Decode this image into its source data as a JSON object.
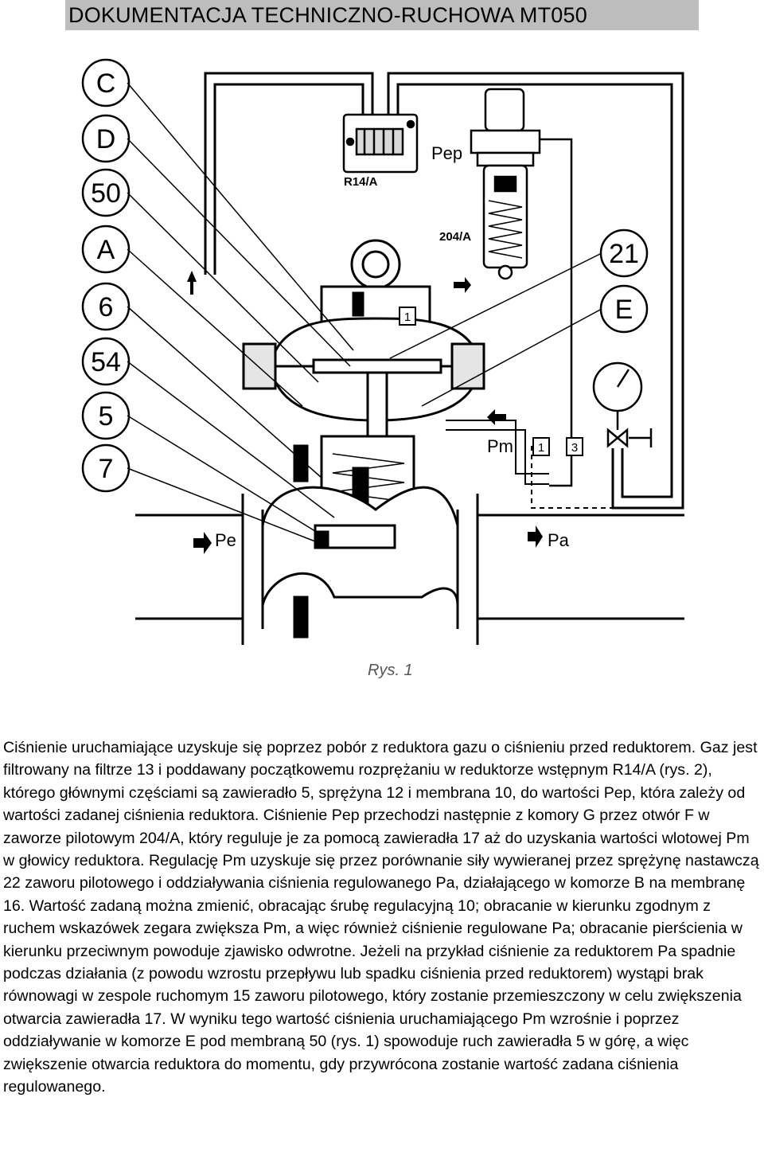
{
  "document": {
    "title": "DOKUMENTACJA TECHNICZNO-RUCHOWA MT050"
  },
  "figure": {
    "callouts_left": [
      "C",
      "D",
      "50",
      "A",
      "6",
      "54",
      "5",
      "7"
    ],
    "callouts_right": [
      "21",
      "E"
    ],
    "labels": {
      "pilot_r14": "R14/A",
      "pep": "Pep",
      "pilot_204": "204/A",
      "pm": "Pm",
      "pe": "Pe",
      "pa": "Pa",
      "box_1_top": "1",
      "box_1_pm": "1",
      "box_3_pm": "3"
    },
    "caption": "Rys. 1"
  },
  "text": {
    "paragraph": "Ciśnienie uruchamiające uzyskuje się poprzez pobór z reduktora gazu o ciśnieniu przed reduktorem. Gaz jest filtrowany na filtrze 13 i poddawany początkowemu rozprężaniu w reduktorze wstępnym R14/A (rys. 2), którego głównymi częściami są zawieradło 5, sprężyna 12 i membrana 10, do wartości Pep, która zależy od wartości zadanej ciśnienia reduktora. Ciśnienie Pep przechodzi następnie z komory G przez otwór F w zaworze pilotowym 204/A, który reguluje je za pomocą zawieradła 17 aż do uzyskania wartości wlotowej Pm w głowicy reduktora. Regulację Pm uzyskuje się przez porównanie siły wywieranej przez sprężynę nastawczą 22 zaworu pilotowego i oddziaływania ciśnienia regulowanego Pa, działającego w komorze B na membranę 16. Wartość zadaną można zmienić, obracając śrubę regulacyjną 10; obracanie w kierunku zgodnym z ruchem wskazówek zegara zwiększa Pm, a więc również ciśnienie regulowane Pa; obracanie pierścienia w kierunku przeciwnym powoduje zjawisko odwrotne. Jeżeli na przykład ciśnienie za reduktorem Pa spadnie podczas działania (z powodu wzrostu przepływu lub spadku ciśnienia przed reduktorem) wystąpi brak równowagi w zespole ruchomym 15 zaworu pilotowego, który zostanie przemieszczony w celu zwiększenia otwarcia zawieradła 17. W wyniku tego wartość ciśnienia uruchamiającego Pm wzrośnie i poprzez oddziaływanie w komorze E pod membraną 50 (rys. 1) spowoduje ruch zawieradła 5 w górę, a więc zwiększenie otwarcia reduktora do momentu, gdy przywrócona zostanie wartość zadana ciśnienia regulowanego."
  }
}
